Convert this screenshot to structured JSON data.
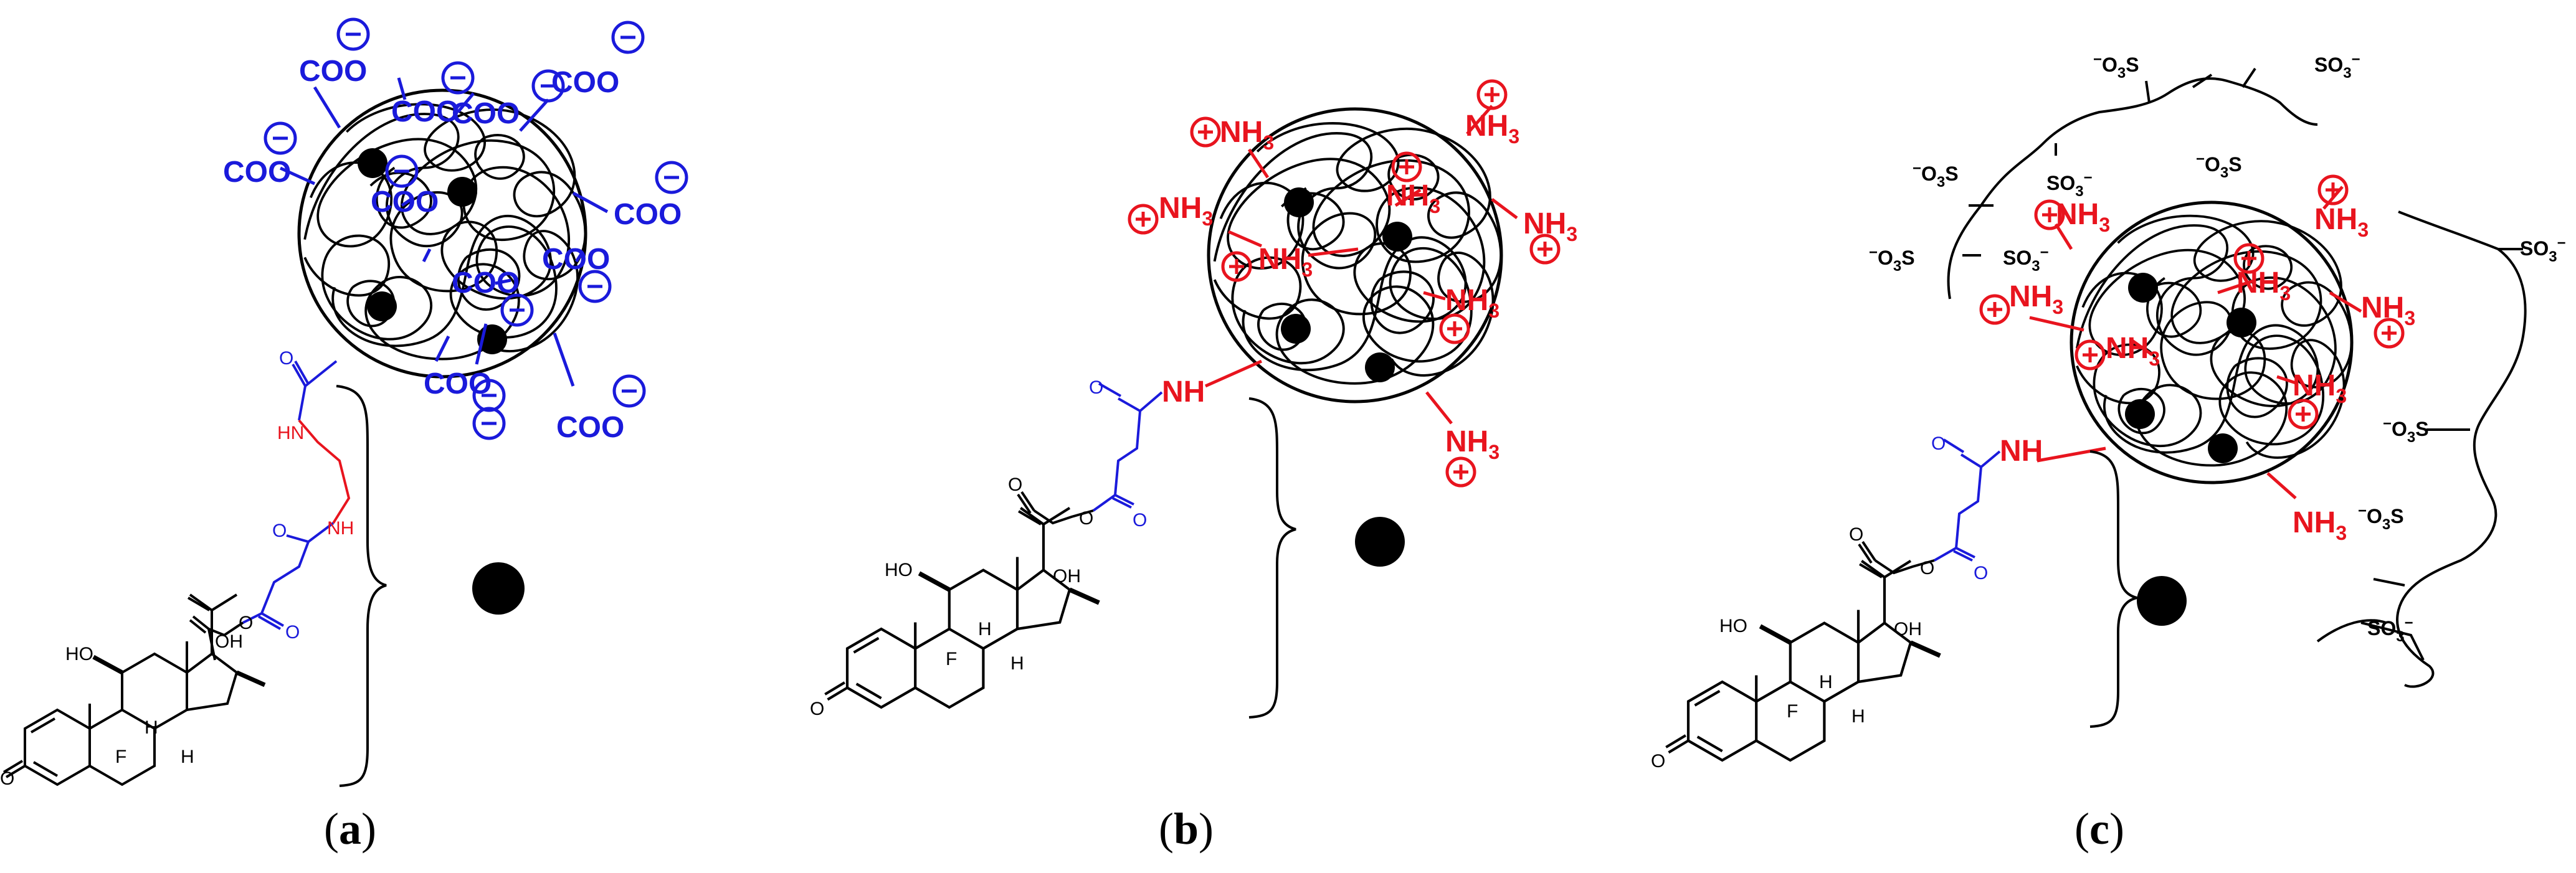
{
  "colors": {
    "anionic": "#1a1adb",
    "cationic": "#e8141e",
    "structure": "#000000"
  },
  "labels": {
    "coo": "COO",
    "minus": "−",
    "plus": "+",
    "nh3": "NH",
    "nh3_sub": "3",
    "nh": "NH",
    "hn": "HN",
    "oh": "OH",
    "ho": "HO",
    "f": "F",
    "h": "H",
    "o": "O",
    "so3_left": "O",
    "so3_s": "S",
    "so3_right": "SO",
    "sub3": "3",
    "sup_minus": "−"
  },
  "panels": [
    {
      "letter": "a"
    },
    {
      "letter": "b"
    },
    {
      "letter": "c"
    }
  ]
}
